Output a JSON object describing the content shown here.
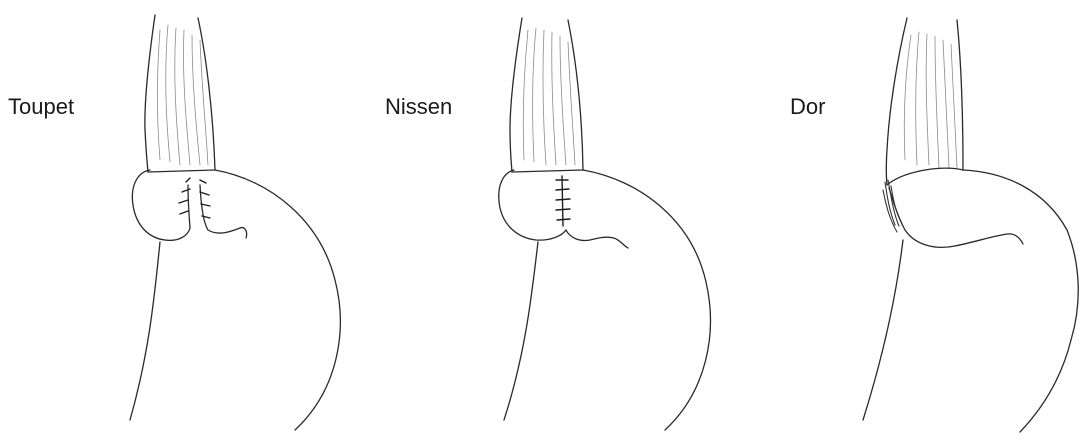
{
  "figure": {
    "panels": [
      {
        "id": "toupet",
        "label": "Toupet"
      },
      {
        "id": "nissen",
        "label": "Nissen"
      },
      {
        "id": "dor",
        "label": "Dor"
      }
    ]
  }
}
